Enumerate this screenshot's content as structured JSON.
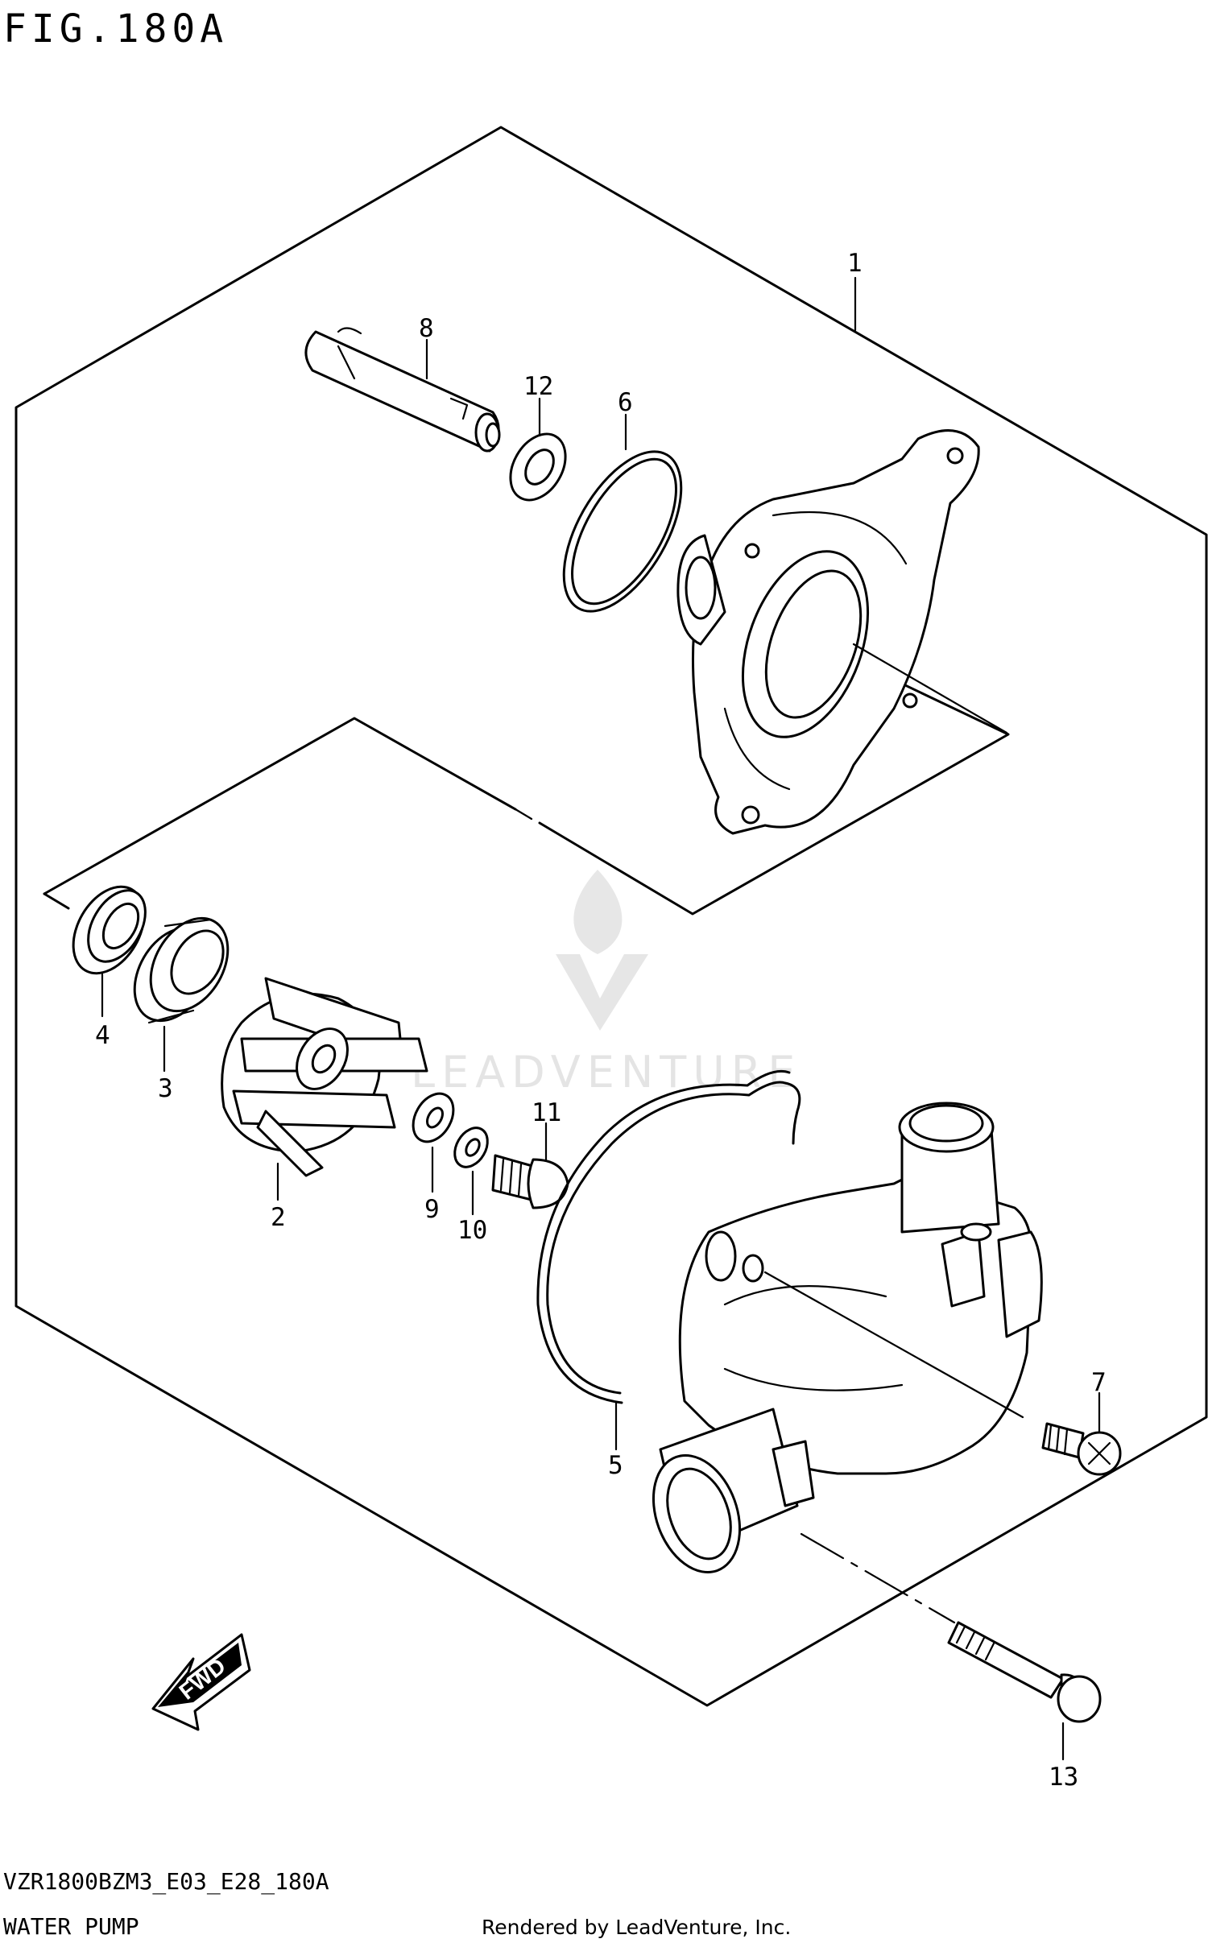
{
  "figure": {
    "title": "FIG.180A",
    "model_code": "VZR1800BZM3_E03_E28_180A",
    "section_name": "WATER PUMP",
    "rendered_by": "Rendered by LeadVenture, Inc.",
    "watermark": "LEADVENTURE",
    "direction_label": "FWD"
  },
  "parts": [
    {
      "ref": "1",
      "part": "water-pump-assembly"
    },
    {
      "ref": "2",
      "part": "impeller"
    },
    {
      "ref": "3",
      "part": "mechanical-seal"
    },
    {
      "ref": "4",
      "part": "oil-seal"
    },
    {
      "ref": "5",
      "part": "pump-cover-o-ring"
    },
    {
      "ref": "6",
      "part": "o-ring"
    },
    {
      "ref": "7",
      "part": "cover-screw"
    },
    {
      "ref": "8",
      "part": "impeller-shaft"
    },
    {
      "ref": "9",
      "part": "washer"
    },
    {
      "ref": "10",
      "part": "washer"
    },
    {
      "ref": "11",
      "part": "impeller-bolt"
    },
    {
      "ref": "12",
      "part": "shaft-washer"
    },
    {
      "ref": "13",
      "part": "flange-bolt"
    }
  ]
}
